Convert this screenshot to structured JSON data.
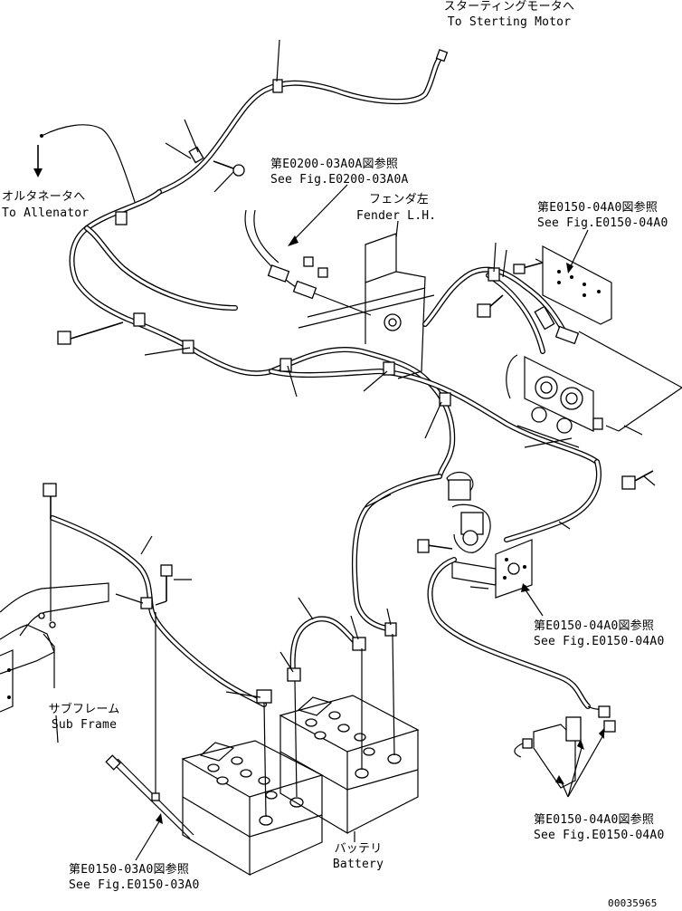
{
  "labels": {
    "starting_motor_jp": "スターティングモータへ",
    "starting_motor_en": "To Sterting Motor",
    "alternator_jp": "オルタネータへ",
    "alternator_en": "To Allenator",
    "ref_e0200_jp": "第E0200-03A0A図参照",
    "ref_e0200_en": "See Fig.E0200-03A0A",
    "fender_jp": "フェンダ左",
    "fender_en": "Fender L.H.",
    "ref_e0150_top_jp": "第E0150-04A0図参照",
    "ref_e0150_top_en": "See Fig.E0150-04A0",
    "ref_e0150_mid_jp": "第E0150-04A0図参照",
    "ref_e0150_mid_en": "See Fig.E0150-04A0",
    "ref_e0150_bot_jp": "第E0150-04A0図参照",
    "ref_e0150_bot_en": "See Fig.E0150-04A0",
    "subframe_jp": "サブフレーム",
    "subframe_en": "Sub Frame",
    "ref_e0150_03_jp": "第E0150-03A0図参照",
    "ref_e0150_03_en": "See Fig.E0150-03A0",
    "battery_jp": "バッテリ",
    "battery_en": "Battery",
    "drawing_number": "00035965"
  }
}
